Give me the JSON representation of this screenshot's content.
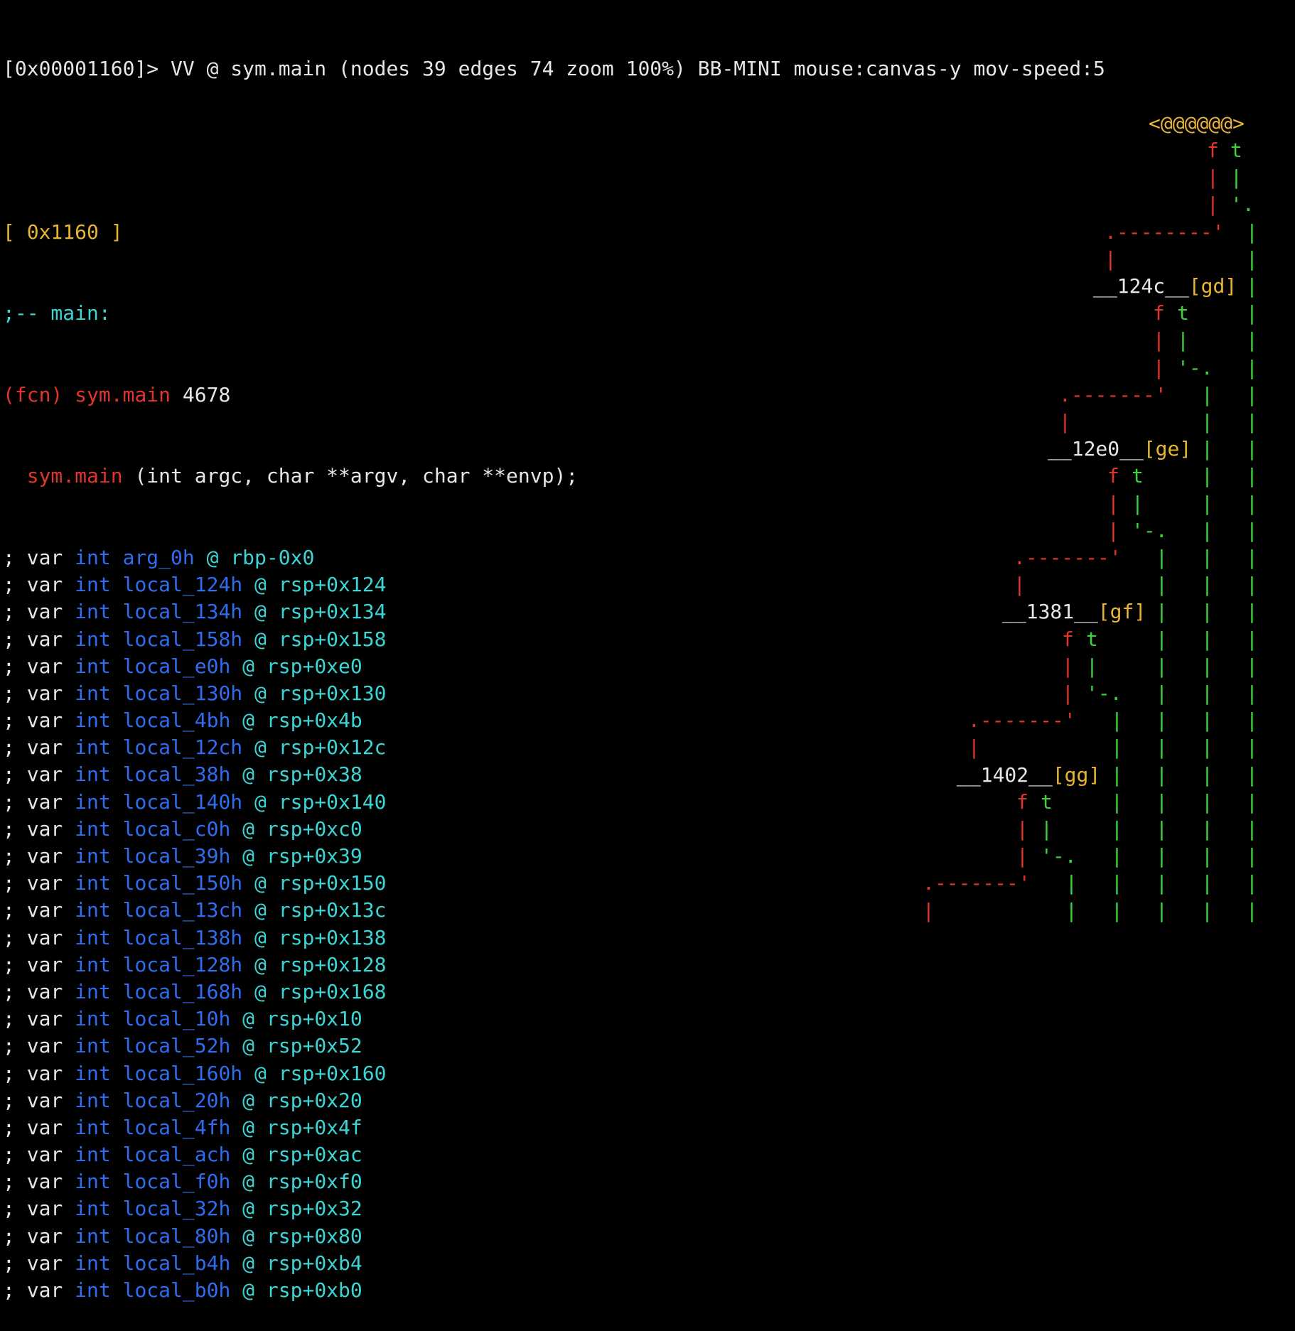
{
  "colors": {
    "background": "#000000",
    "default": "#e6e6e6",
    "yellow": "#e8b432",
    "cyan": "#3ad6d6",
    "red": "#e0342c",
    "blue": "#2f6cf0",
    "green": "#3ad33a"
  },
  "header": {
    "status_line": "[0x00001160]> VV @ sym.main (nodes 39 edges 74 zoom 100%) BB-MINI mouse:canvas-y mov-speed:5"
  },
  "block": {
    "address_label": "[ 0x1160 ]",
    "label_line": ";-- main:",
    "fcn_tag": "(fcn)",
    "fcn_name": "sym.main",
    "fcn_size": "4678",
    "signature_name": "sym.main",
    "signature_args": "(int argc, char **argv, char **envp);"
  },
  "var_prefix": "; var",
  "var_type": "int",
  "vars": [
    {
      "name": "arg_0h",
      "at": "@",
      "loc": "rbp-0x0"
    },
    {
      "name": "local_124h",
      "at": "@",
      "loc": "rsp+0x124"
    },
    {
      "name": "local_134h",
      "at": "@",
      "loc": "rsp+0x134"
    },
    {
      "name": "local_158h",
      "at": "@",
      "loc": "rsp+0x158"
    },
    {
      "name": "local_e0h",
      "at": "@",
      "loc": "rsp+0xe0"
    },
    {
      "name": "local_130h",
      "at": "@",
      "loc": "rsp+0x130"
    },
    {
      "name": "local_4bh",
      "at": "@",
      "loc": "rsp+0x4b"
    },
    {
      "name": "local_12ch",
      "at": "@",
      "loc": "rsp+0x12c"
    },
    {
      "name": "local_38h",
      "at": "@",
      "loc": "rsp+0x38"
    },
    {
      "name": "local_140h",
      "at": "@",
      "loc": "rsp+0x140"
    },
    {
      "name": "local_c0h",
      "at": "@",
      "loc": "rsp+0xc0"
    },
    {
      "name": "local_39h",
      "at": "@",
      "loc": "rsp+0x39"
    },
    {
      "name": "local_150h",
      "at": "@",
      "loc": "rsp+0x150"
    },
    {
      "name": "local_13ch",
      "at": "@",
      "loc": "rsp+0x13c"
    },
    {
      "name": "local_138h",
      "at": "@",
      "loc": "rsp+0x138"
    },
    {
      "name": "local_128h",
      "at": "@",
      "loc": "rsp+0x128"
    },
    {
      "name": "local_168h",
      "at": "@",
      "loc": "rsp+0x168"
    },
    {
      "name": "local_10h",
      "at": "@",
      "loc": "rsp+0x10"
    },
    {
      "name": "local_52h",
      "at": "@",
      "loc": "rsp+0x52"
    },
    {
      "name": "local_160h",
      "at": "@",
      "loc": "rsp+0x160"
    },
    {
      "name": "local_20h",
      "at": "@",
      "loc": "rsp+0x20"
    },
    {
      "name": "local_4fh",
      "at": "@",
      "loc": "rsp+0x4f"
    },
    {
      "name": "local_ach",
      "at": "@",
      "loc": "rsp+0xac"
    },
    {
      "name": "local_f0h",
      "at": "@",
      "loc": "rsp+0xf0"
    },
    {
      "name": "local_32h",
      "at": "@",
      "loc": "rsp+0x32"
    },
    {
      "name": "local_80h",
      "at": "@",
      "loc": "rsp+0x80"
    },
    {
      "name": "local_b4h",
      "at": "@",
      "loc": "rsp+0xb4"
    },
    {
      "name": "local_b0h",
      "at": "@",
      "loc": "rsp+0xb0"
    }
  ],
  "graph": {
    "root_node": "<@@@@@@>",
    "false_label": "f",
    "true_label": "t",
    "nodes": [
      {
        "addr": "__124c__",
        "tag": "[gd]"
      },
      {
        "addr": "__12e0__",
        "tag": "[ge]"
      },
      {
        "addr": "__1381__",
        "tag": "[gf]"
      },
      {
        "addr": "__1402__",
        "tag": "[gg]"
      }
    ],
    "edge_vertical": "|",
    "edge_corner_true": "'-.",
    "edge_corner_tick": "'.",
    "edge_false_branch": ".-------'",
    "edge_false_branch_long": ".--------'"
  }
}
